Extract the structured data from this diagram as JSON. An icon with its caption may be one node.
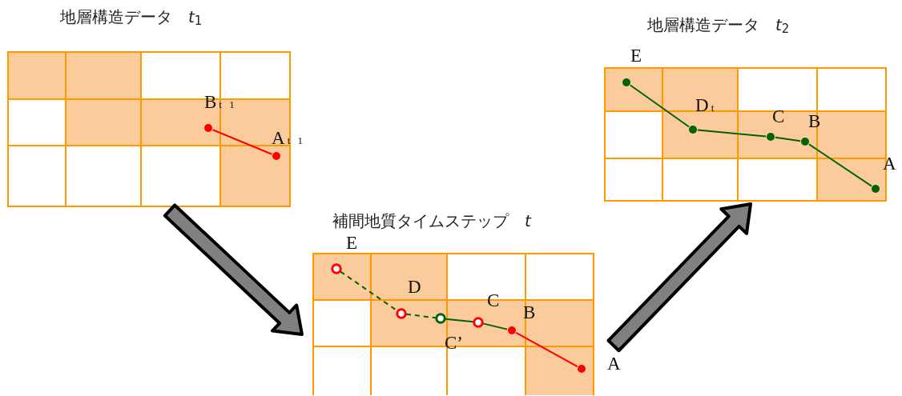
{
  "diagram": {
    "nodes": [
      {
        "text": [
          "地層構造データ　*t*$_{1}$"
        ]
      },
      {
        "text": [],
        "shape": "circle",
        "in": 0,
        "beside": [
          "B$_{t 1}$"
        ]
      },
      {
        "text": [],
        "shape": "circle",
        "in": 0,
        "beside": [
          "A$_{t 1}$"
        ]
      },
      {
        "text": [
          "地層構造データ　*t*$_{2}$"
        ]
      },
      {
        "text": [],
        "shape": "circle",
        "in": 3,
        "beside": [
          "E"
        ]
      },
      {
        "text": [],
        "shape": "circle",
        "in": 3,
        "beside": [
          "D$_{t}$"
        ]
      },
      {
        "text": [],
        "shape": "circle",
        "in": 3,
        "beside": [
          "C"
        ]
      },
      {
        "text": [],
        "shape": "circle",
        "in": 3,
        "beside": [
          "B"
        ]
      },
      {
        "text": [],
        "shape": "circle",
        "in": 3,
        "beside": [
          "A"
        ]
      },
      {
        "text": [
          "補間地質タイムステップ　*t*"
        ]
      },
      {
        "text": [],
        "shape": "circle",
        "in": 9,
        "beside": [
          "E"
        ]
      },
      {
        "text": [],
        "shape": "circle",
        "in": 9,
        "beside": [
          "D"
        ]
      },
      {
        "text": [],
        "shape": "circle",
        "in": 9,
        "beside": [
          "C’"
        ]
      },
      {
        "text": [],
        "shape": "circle",
        "in": 9,
        "beside": [
          "C"
        ]
      },
      {
        "text": [],
        "shape": "circle",
        "in": 9,
        "beside": [
          "B"
        ]
      },
      {
        "text": [],
        "shape": "circle",
        "in": 9,
        "beside": [
          "A"
        ]
      }
    ],
    "edges": [
      {
        "from": 1,
        "to": 2,
        "arrow": "none",
        "color": "#ff0000"
      },
      {
        "from": 4,
        "to": 5,
        "arrow": "none"
      },
      {
        "from": 5,
        "to": 6,
        "arrow": "none"
      },
      {
        "from": 6,
        "to": 7,
        "arrow": "none"
      },
      {
        "from": 7,
        "to": 8,
        "arrow": "none"
      },
      {
        "from": 10,
        "to": 11,
        "arrow": "none",
        "style": "dashed"
      },
      {
        "from": 11,
        "to": 12,
        "arrow": "none",
        "style": "dashed"
      },
      {
        "from": 12,
        "to": 13,
        "arrow": "none"
      },
      {
        "from": 13,
        "to": 14,
        "arrow": "none"
      },
      {
        "from": 14,
        "to": 15,
        "arrow": "none",
        "color": "#ff0000"
      },
      {
        "from": 0,
        "to": 9,
        "arrow": "to",
        "style": "thick",
        "color": "#808080"
      },
      {
        "from": 9,
        "to": 3,
        "arrow": "to",
        "style": "thick",
        "color": "#808080"
      }
    ]
  }
}
